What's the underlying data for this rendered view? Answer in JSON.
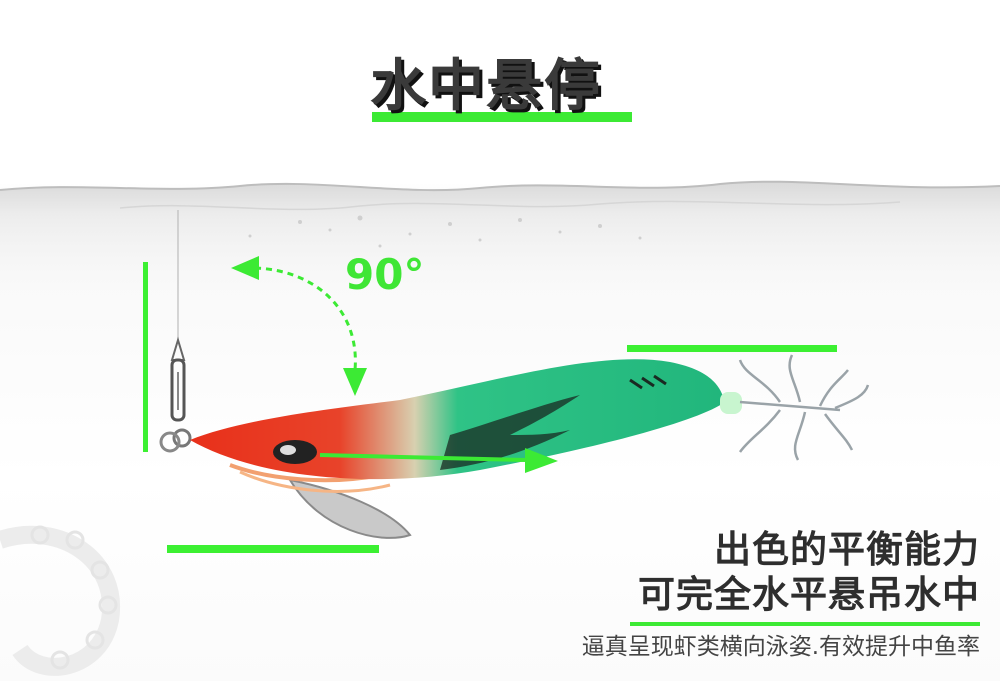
{
  "headline": {
    "text": "水中悬停"
  },
  "angle": {
    "label": "90°"
  },
  "caption": {
    "line1": "出色的平衡能力",
    "line2": "可完全水平悬吊水中",
    "tagline": "逼真呈现虾类横向泳姿.有效提升中鱼率"
  },
  "colors": {
    "accent_green": "#3cea34",
    "lure_green": "#1fc07a",
    "lure_red": "#e8301a",
    "text_dark": "#2e2e2e"
  },
  "icons": {
    "curved_arrow": "curved-dashed-arrow-icon",
    "straight_arrow": "right-arrow-icon"
  }
}
